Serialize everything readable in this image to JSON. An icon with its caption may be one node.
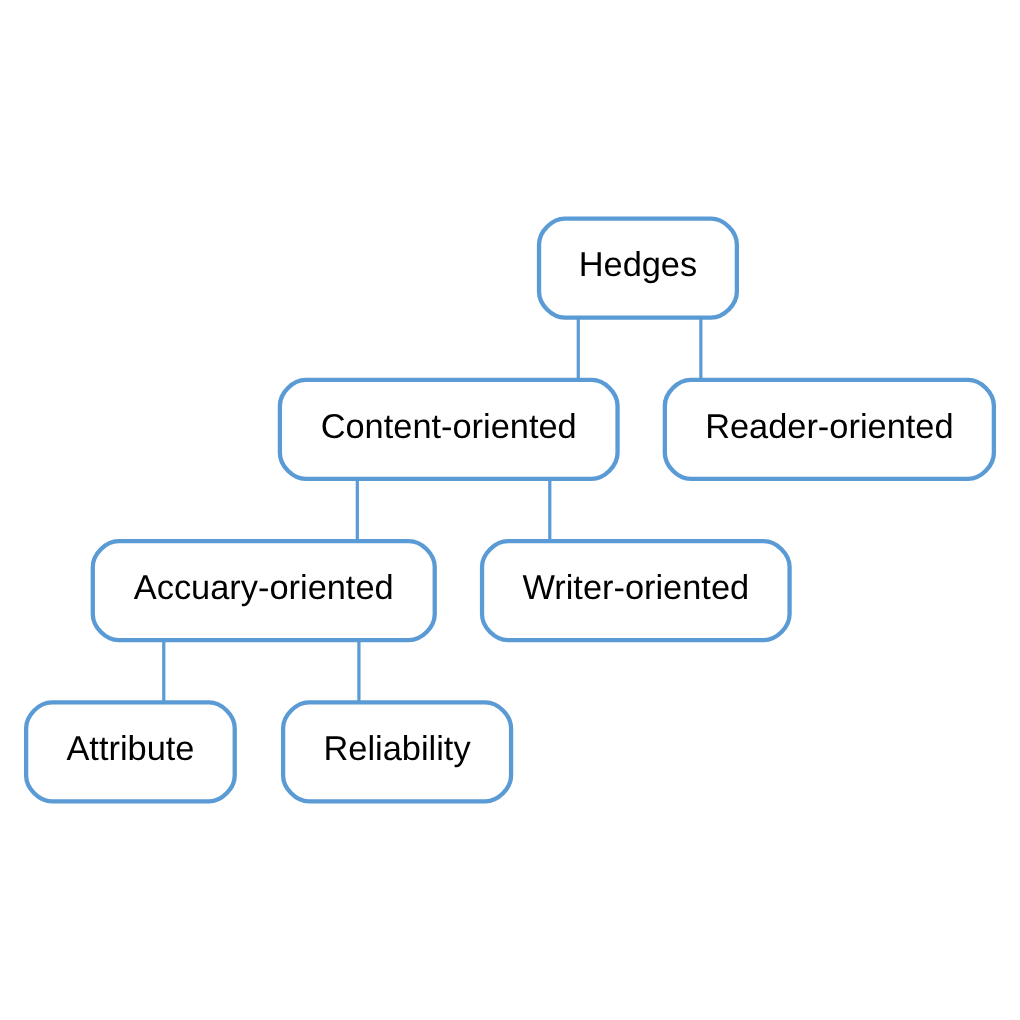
{
  "diagram": {
    "nodes": [
      {
        "text": [
          "Hedges"
        ]
      },
      {
        "text": [
          "Content-oriented"
        ]
      },
      {
        "text": [
          "Reader-oriented"
        ]
      },
      {
        "text": [
          "Accuary-oriented"
        ]
      },
      {
        "text": [
          "Writer-oriented"
        ]
      },
      {
        "text": [
          "Attribute"
        ]
      },
      {
        "text": [
          "Reliability"
        ]
      }
    ],
    "edges": [
      {
        "from": 0,
        "to": 1,
        "arrow": "none"
      },
      {
        "from": 0,
        "to": 2,
        "arrow": "none"
      },
      {
        "from": 1,
        "to": 3,
        "arrow": "none"
      },
      {
        "from": 1,
        "to": 4,
        "arrow": "none"
      },
      {
        "from": 3,
        "to": 5,
        "arrow": "none"
      },
      {
        "from": 3,
        "to": 6,
        "arrow": "none"
      }
    ]
  }
}
